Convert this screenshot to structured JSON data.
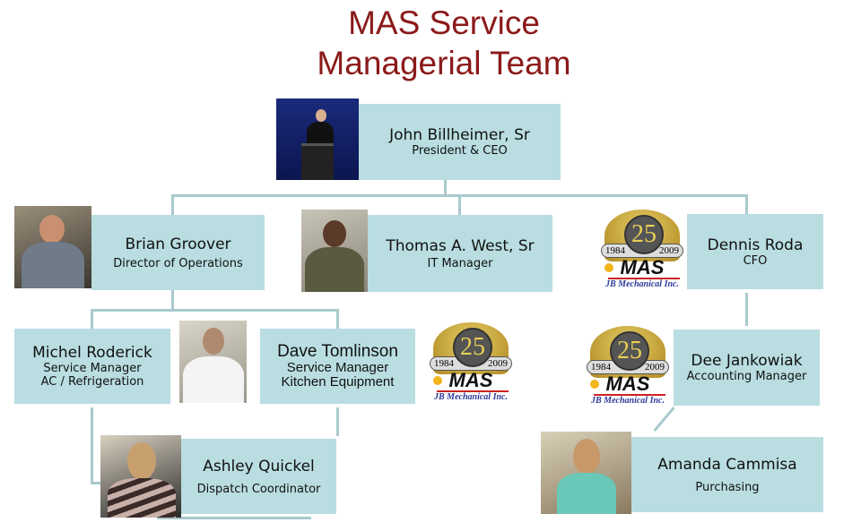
{
  "title": {
    "line1": "MAS Service",
    "line2": "Managerial Team"
  },
  "people": {
    "john": {
      "name": "John Billheimer, Sr",
      "role": "President  & CEO"
    },
    "brian": {
      "name": "Brian Groover",
      "role": "Director of Operations"
    },
    "thomas": {
      "name": "Thomas A. West, Sr",
      "role": "IT Manager"
    },
    "dennis": {
      "name": "Dennis Roda",
      "role": "CFO"
    },
    "michel": {
      "name": "Michel Roderick",
      "role": "Service Manager",
      "role2": "AC / Refrigeration"
    },
    "dave": {
      "name": "Dave Tomlinson",
      "role": "Service Manager",
      "role2": "Kitchen Equipment"
    },
    "dee": {
      "name": "Dee  Jankowiak",
      "role": "Accounting Manager"
    },
    "ashley": {
      "name": "Ashley Quickel",
      "role": "Dispatch Coordinator"
    },
    "amanda": {
      "name": "Amanda  Cammisa",
      "role": "Purchasing"
    }
  },
  "logo": {
    "number": "25",
    "year_start": "1984",
    "year_end": "2009",
    "brand": "MAS",
    "company": "JB Mechanical Inc."
  },
  "colors": {
    "box": "#b9dde1",
    "line": "#a9c9cd",
    "title": "#8b1a1a"
  }
}
